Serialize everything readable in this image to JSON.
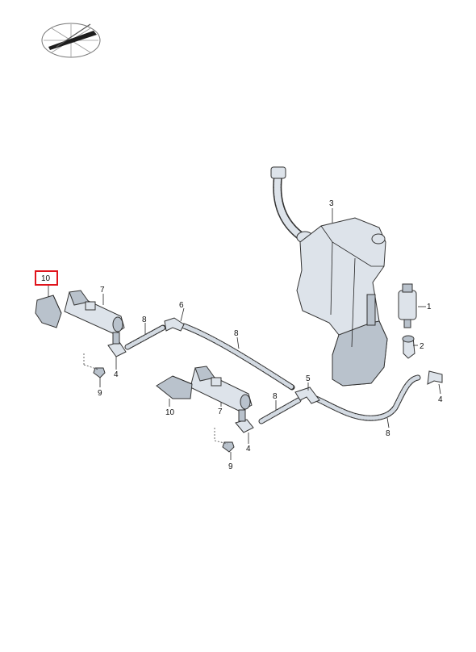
{
  "callouts": {
    "c1": "1",
    "c2": "2",
    "c3": "3",
    "c4a": "4",
    "c4b": "4",
    "c4c": "4",
    "c5": "5",
    "c6": "6",
    "c7a": "7",
    "c7b": "7",
    "c8a": "8",
    "c8b": "8",
    "c8c": "8",
    "c8d": "8",
    "c9a": "9",
    "c9b": "9",
    "c10a": "10",
    "c10b": "10"
  },
  "highlight": {
    "label_ref": "10",
    "color": "#e0141c"
  },
  "logo": {
    "icon": "wiper-compass-logo-icon"
  }
}
